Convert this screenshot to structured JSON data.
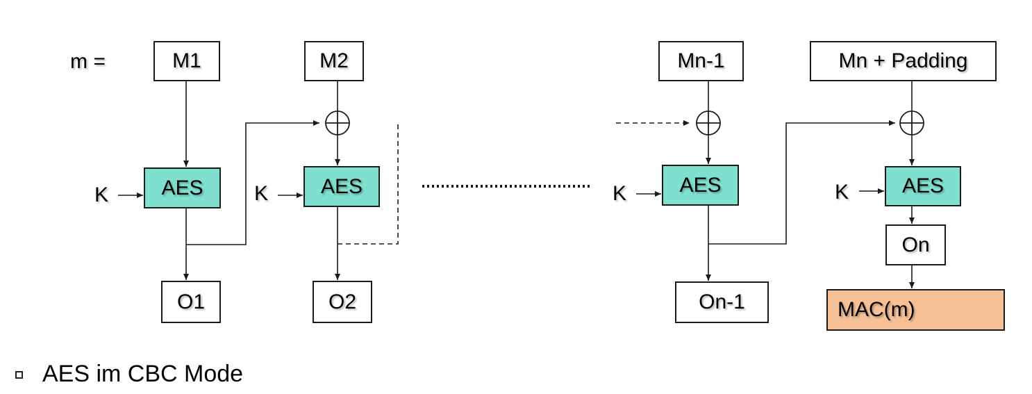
{
  "diagram": {
    "m_label": "m =",
    "blocks": {
      "m1": "M1",
      "m2": "M2",
      "mn_1": "Mn-1",
      "mn_padding": "Mn + Padding"
    },
    "aes_label": "AES",
    "key_label": "K",
    "outputs": {
      "o1": "O1",
      "o2": "O2",
      "on_1": "On-1",
      "on": "On"
    },
    "mac": "MAC(m)"
  },
  "caption": "AES im CBC Mode",
  "colors": {
    "aes_fill": "#7fe0d0",
    "mac_fill": "#f6c196",
    "line": "#1a1a1a"
  }
}
